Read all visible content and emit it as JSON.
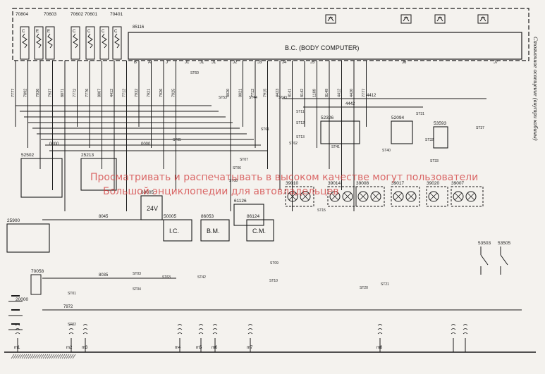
{
  "diagram_title": "Стояночное освещение (внутри кабины)",
  "watermark": {
    "line1": "Просматривать и распечатывать в высоком качестве могут пользователи",
    "line2": "Большой энциклопедии для автовладельцев"
  },
  "colors": {
    "line": "#1b1b1b",
    "background": "#f4f2ee",
    "watermark": "#d23a3a"
  },
  "top_fuses": [
    "70804",
    "70603",
    "70602",
    "70601",
    "70401"
  ],
  "fuse_letters": [
    "C",
    "E",
    "E",
    "C",
    "C",
    "C",
    "C"
  ],
  "body_computer": {
    "label": "B.C. (BODY COMPUTER)",
    "code": "85116"
  },
  "bc_connectors": [
    "B",
    "A",
    "J",
    "J1",
    "J1",
    "J1",
    "J2",
    "J3",
    "J4",
    "J5",
    "J6",
    "J7"
  ],
  "top_icons": [
    "seat-icon",
    "seat-icon",
    "door-icon",
    "lamp-icon"
  ],
  "wire_codes": [
    "7777",
    "7892",
    "7936",
    "7937",
    "8071",
    "7772",
    "7776",
    "8007",
    "4412",
    "7712",
    "7932",
    "7921",
    "7926",
    "7925",
    "8020",
    "8021",
    "7712",
    "7915",
    "4423",
    "8141",
    "8142",
    "1109",
    "8149",
    "4412",
    "4420",
    "7777"
  ],
  "components": [
    {
      "code": "52502",
      "label": ""
    },
    {
      "code": "25213",
      "label": ""
    },
    {
      "code": "25900",
      "label": ""
    },
    {
      "code": "70058",
      "label": ""
    },
    {
      "code": "20000",
      "label": ""
    },
    {
      "code": "68005",
      "label": "24V"
    },
    {
      "code": "50005",
      "label": "I.C."
    },
    {
      "code": "86053",
      "label": "B.M."
    },
    {
      "code": "61126",
      "label": ""
    },
    {
      "code": "86124",
      "label": "C.M."
    },
    {
      "code": "52326",
      "label": ""
    },
    {
      "code": "52094",
      "label": ""
    },
    {
      "code": "53593",
      "label": ""
    },
    {
      "code": "39010",
      "label": ""
    },
    {
      "code": "39014",
      "label": ""
    },
    {
      "code": "39008",
      "label": ""
    },
    {
      "code": "39017",
      "label": ""
    },
    {
      "code": "39020",
      "label": ""
    },
    {
      "code": "39007",
      "label": ""
    },
    {
      "code": "53503",
      "label": ""
    },
    {
      "code": "53505",
      "label": ""
    }
  ],
  "small_labels": [
    "ST01",
    "ST02",
    "ST03",
    "ST04",
    "ST05",
    "ST06",
    "ST07",
    "ST08",
    "ST09",
    "ST10",
    "ST11",
    "ST12",
    "ST13",
    "ST15",
    "ST20",
    "ST21",
    "ST31",
    "ST32",
    "ST33",
    "ST37",
    "ST40",
    "ST41",
    "ST42",
    "ST43",
    "ST44",
    "ST53",
    "ST60",
    "ST61",
    "ST62",
    "ST63"
  ],
  "ground_labels": [
    "m1",
    "m2",
    "m3",
    "m4",
    "m5",
    "m6",
    "m7",
    "m8"
  ],
  "wire_mid": [
    "8045",
    "8035",
    "7972",
    "0000",
    "0000",
    "4442",
    "4412"
  ]
}
